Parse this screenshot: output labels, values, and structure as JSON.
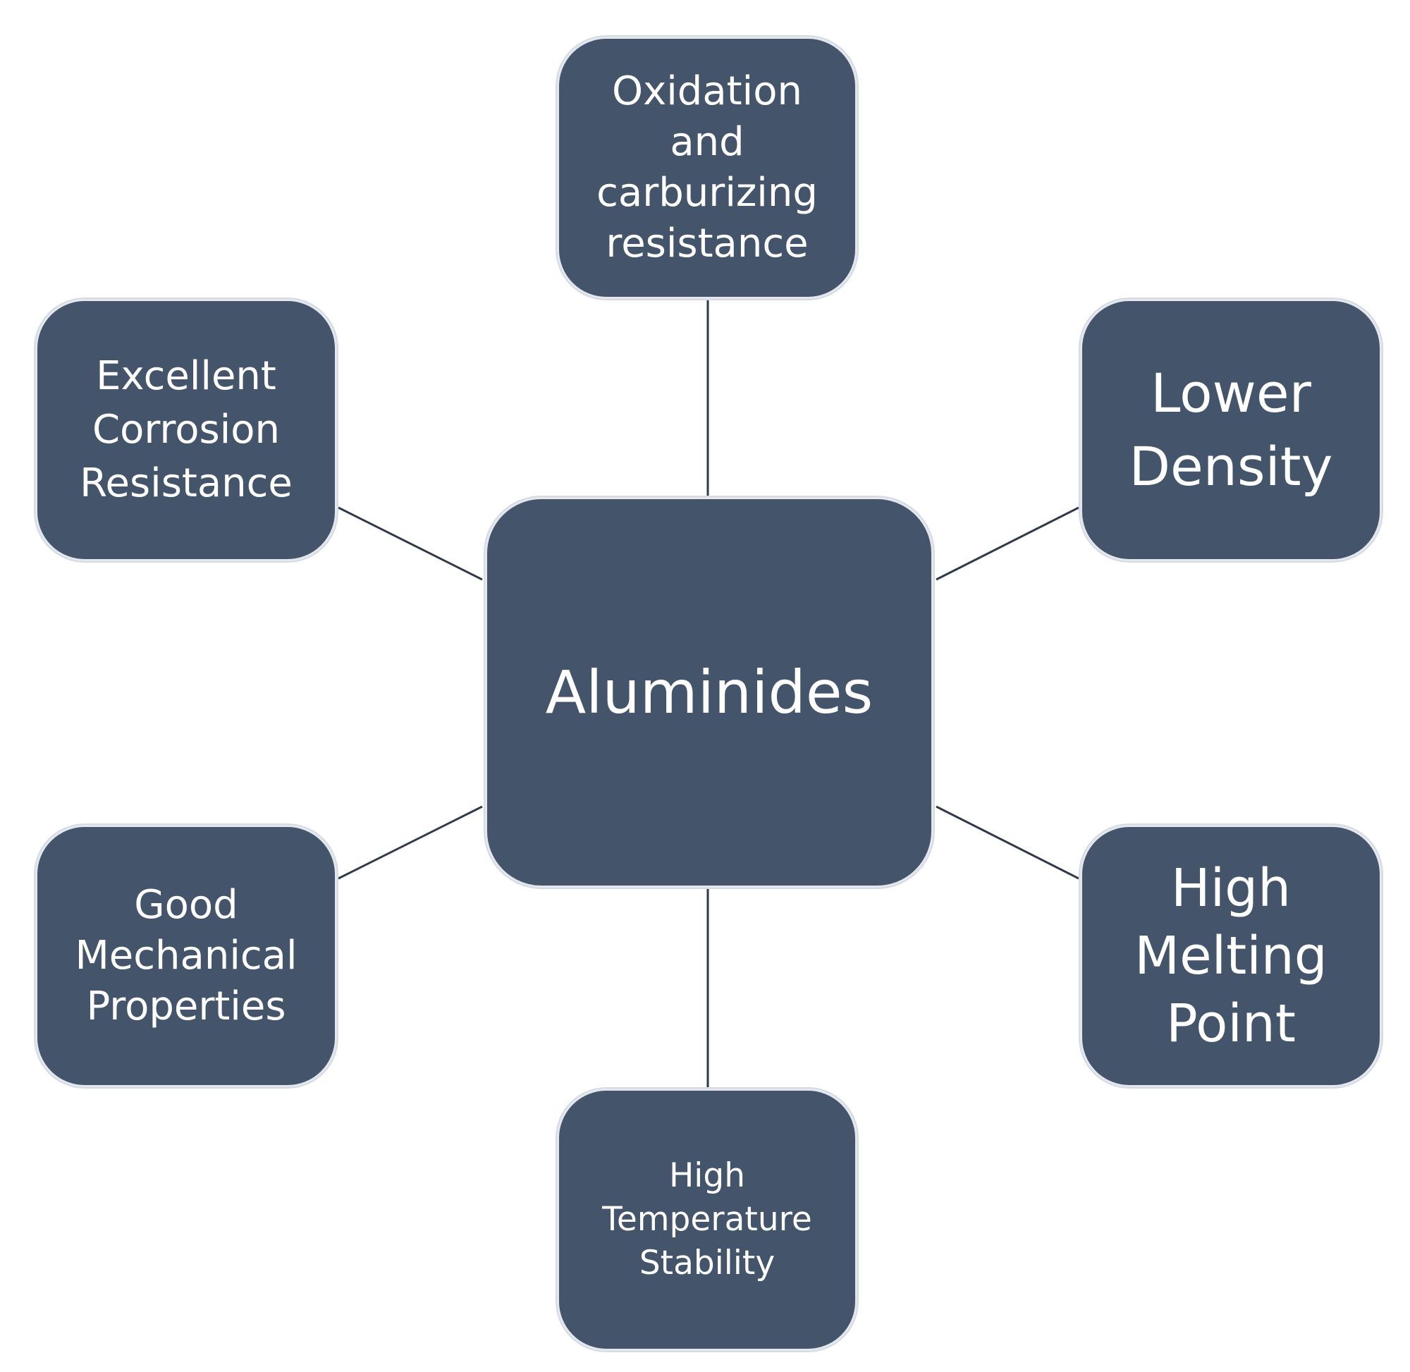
{
  "diagram": {
    "center": {
      "label": "Aluminides"
    },
    "nodes": {
      "top": {
        "label": "Oxidation\nand\ncarburizing\nresistance"
      },
      "upper_right": {
        "label": "Lower\nDensity"
      },
      "lower_right": {
        "label": "High\nMelting\nPoint"
      },
      "bottom": {
        "label": "High\nTemperature\nStability"
      },
      "lower_left": {
        "label": "Good\nMechanical\nProperties"
      },
      "upper_left": {
        "label": "Excellent\nCorrosion\nResistance"
      }
    },
    "colors": {
      "box_fill": "#44546a",
      "box_border": "#e4e8ee",
      "text": "#ffffff",
      "connector": "#2e3a4c"
    }
  }
}
